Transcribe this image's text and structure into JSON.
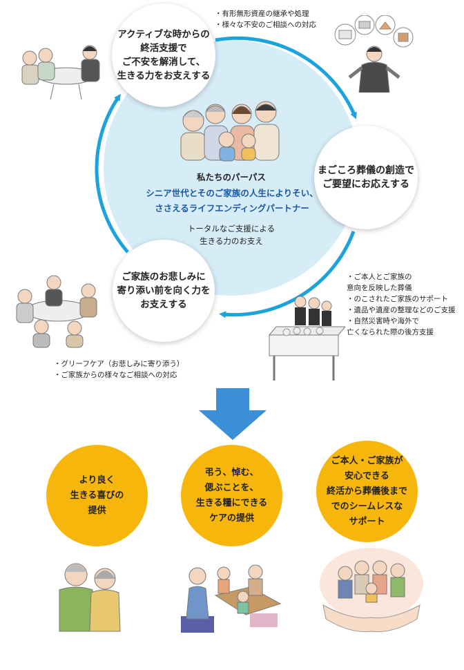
{
  "cycle": {
    "node1": "アクティブな時からの\n終活支援で\nご不安を解消して、\n生きる力をお支えする",
    "node2": "まごころ葬儀の創造で\nご要望にお応えする",
    "node3": "ご家族のお悲しみに\n寄り添い前を向く力を\nお支えする",
    "bullets_top": [
      "有形無形資産の継承や処理",
      "様々な不安のご相談への対応"
    ],
    "bullets_right": [
      "ご本人とご家族の\n意向を反映した葬儀",
      "のこされたご家族のサポート",
      "遺品や遺産の整理などのご支援",
      "自然災害時や海外で\n亡くなられた際の後方支援"
    ],
    "bullets_bottom": [
      "グリーフケア（お悲しみに寄り添う）",
      "ご家族からの様々なご相談への対応"
    ]
  },
  "purpose": {
    "title": "私たちのパーパス",
    "main": "シニア世代とそのご家族の人生によりそい、\nささえるライフエンディングパートナー",
    "sub": "トータルなご支援による\n生きる力のお支え"
  },
  "outcomes": [
    "より良く\n生きる喜びの\n提供",
    "弔う、悼む、\n偲ぶことを、\n生きる糧にできる\nケアの提供",
    "ご本人・ご家族が\n安心できる\n終活から葬儀後まで\nでのシームレスな\nサポート"
  ],
  "colors": {
    "cycle_arrow": "#1ca3dc",
    "center_fill": "#d6ecf7",
    "down_arrow": "#3a8fd6",
    "outcome_fill": "#f6b60c",
    "purpose_text": "#1a57a8"
  }
}
